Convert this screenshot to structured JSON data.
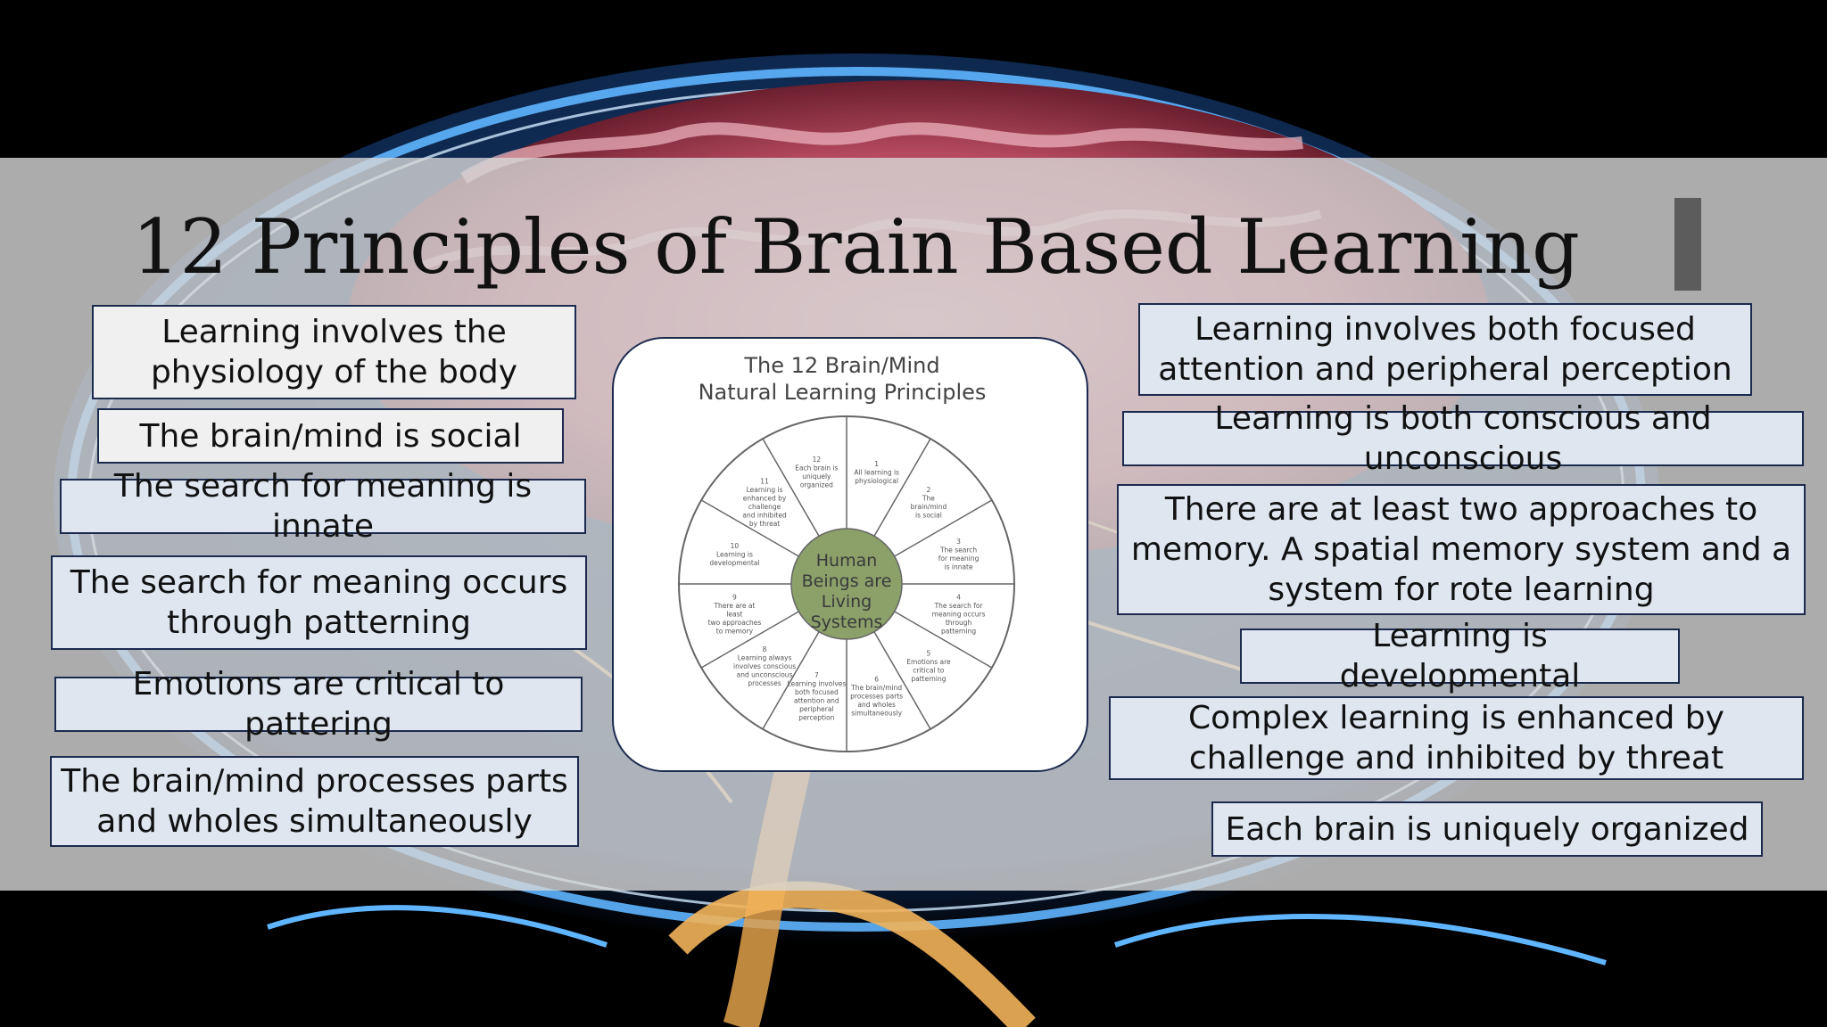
{
  "slide": {
    "title": "12 Principles of Brain Based Learning"
  },
  "left_principles": [
    "Learning involves the physiology of the body",
    "The brain/mind is social",
    "The search for meaning is innate",
    "The search for meaning occurs through patterning",
    "Emotions are critical to pattering",
    "The brain/mind processes parts and wholes simultaneously"
  ],
  "right_principles": [
    "Learning involves both focused attention and peripheral perception",
    "Learning is both conscious and unconscious",
    "There are at least two approaches to memory. A spatial memory system and a system for rote learning",
    "Learning is developmental",
    "Complex learning is enhanced by challenge and inhibited by threat",
    "Each brain is uniquely organized"
  ],
  "wheel": {
    "title_line1": "The 12 Brain/Mind",
    "title_line2": "Natural Learning Principles",
    "center_lines": [
      "Human",
      "Beings are",
      "Living",
      "Systems"
    ],
    "center_color": "#8ca06a",
    "segments": [
      {
        "number": "1",
        "lines": [
          "All learning is",
          "physiological"
        ]
      },
      {
        "number": "2",
        "lines": [
          "The",
          "brain/mind",
          "is social"
        ]
      },
      {
        "number": "3",
        "lines": [
          "The search",
          "for meaning",
          "is innate"
        ]
      },
      {
        "number": "4",
        "lines": [
          "The search for",
          "meaning occurs",
          "through",
          "patterning"
        ]
      },
      {
        "number": "5",
        "lines": [
          "Emotions are",
          "critical to",
          "patterning"
        ]
      },
      {
        "number": "6",
        "lines": [
          "The brain/mind",
          "processes parts",
          "and wholes",
          "simultaneously"
        ]
      },
      {
        "number": "7",
        "lines": [
          "Learning involves",
          "both focused",
          "attention and",
          "peripheral",
          "perception"
        ]
      },
      {
        "number": "8",
        "lines": [
          "Learning always",
          "involves conscious",
          "and unconscious",
          "processes"
        ]
      },
      {
        "number": "9",
        "lines": [
          "There are at",
          "least",
          "two approaches",
          "to memory"
        ]
      },
      {
        "number": "10",
        "lines": [
          "Learning is",
          "developmental"
        ]
      },
      {
        "number": "11",
        "lines": [
          "Learning is",
          "enhanced by",
          "challenge",
          "and inhibited",
          "by threat"
        ]
      },
      {
        "number": "12",
        "lines": [
          "Each brain is",
          "uniquely",
          "organized"
        ]
      }
    ]
  }
}
